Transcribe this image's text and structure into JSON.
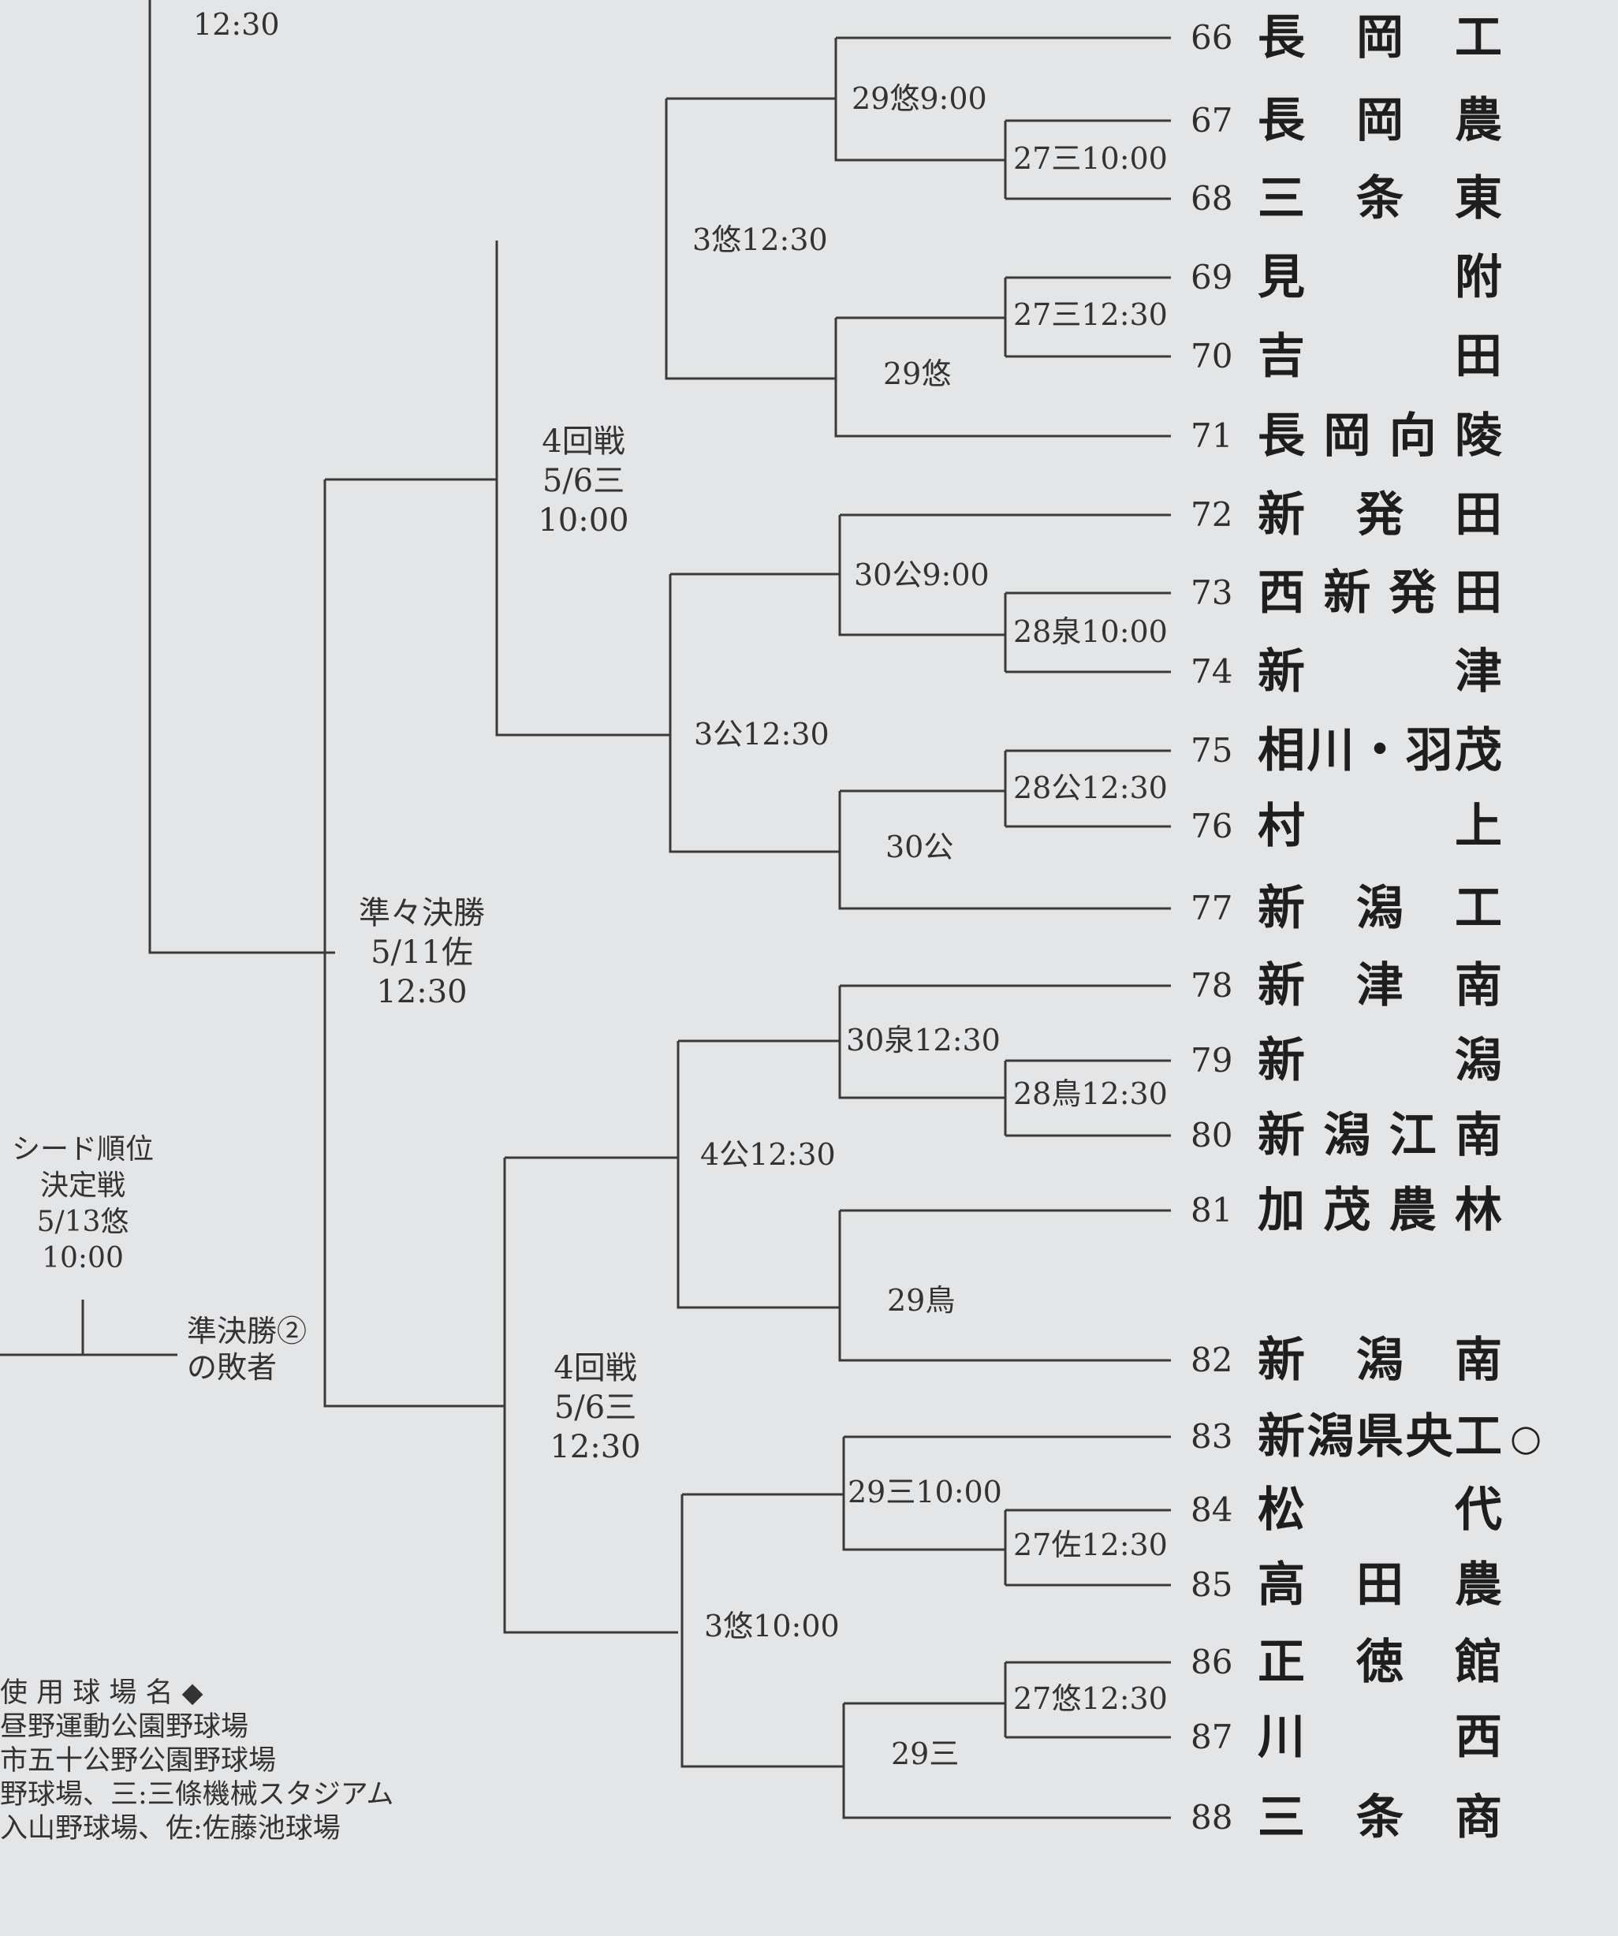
{
  "top_time": "12:30",
  "teams": [
    {
      "num": "66",
      "name": "長岡工"
    },
    {
      "num": "67",
      "name": "長岡農"
    },
    {
      "num": "68",
      "name": "三条東"
    },
    {
      "num": "69",
      "name": "見附"
    },
    {
      "num": "70",
      "name": "吉田"
    },
    {
      "num": "71",
      "name": "長岡向陵"
    },
    {
      "num": "72",
      "name": "新発田"
    },
    {
      "num": "73",
      "name": "西新発田"
    },
    {
      "num": "74",
      "name": "新津"
    },
    {
      "num": "75",
      "name": "相川・羽茂"
    },
    {
      "num": "76",
      "name": "村上"
    },
    {
      "num": "77",
      "name": "新潟工"
    },
    {
      "num": "78",
      "name": "新津南"
    },
    {
      "num": "79",
      "name": "新潟"
    },
    {
      "num": "80",
      "name": "新潟江南"
    },
    {
      "num": "81",
      "name": "加茂農林"
    },
    {
      "num": "82",
      "name": "新潟南"
    },
    {
      "num": "83",
      "name": "新潟県央工",
      "seed": "○"
    },
    {
      "num": "84",
      "name": "松代"
    },
    {
      "num": "85",
      "name": "高田農"
    },
    {
      "num": "86",
      "name": "正徳館"
    },
    {
      "num": "87",
      "name": "川西"
    },
    {
      "num": "88",
      "name": "三条商"
    }
  ],
  "games": {
    "r1_67_68": "27三10:00",
    "r2_66": "29悠9:00",
    "r1_69_70": "27三12:30",
    "r2_71": "29悠",
    "r3_a": "3悠12:30",
    "r1_73_74": "28泉10:00",
    "r2_72": "30公9:00",
    "r1_75_76": "28公12:30",
    "r2_77": "30公",
    "r3_b": "3公12:30",
    "r1_79_80": "28鳥12:30",
    "r2_78": "30泉12:30",
    "r2_81_82": "29鳥",
    "r3_c": "4公12:30",
    "r1_84_85": "27佐12:30",
    "r2_83": "29三10:00",
    "r1_86_87": "27悠12:30",
    "r2_88": "29三",
    "r3_d": "3悠10:00"
  },
  "rounds": {
    "r4_top": [
      "4回戦",
      "5/6三",
      "10:00"
    ],
    "r4_bottom": [
      "4回戦",
      "5/6三",
      "12:30"
    ],
    "quarterfinal": [
      "準々決勝",
      "5/11佐",
      "12:30"
    ],
    "seed_decider": [
      "シード順位",
      "決定戦",
      "5/13悠",
      "10:00"
    ],
    "semifinal_loser": [
      "準決勝②",
      "の敗者"
    ]
  },
  "legend": {
    "title": "使 用 球 場 名 ◆",
    "lines": [
      "昼野運動公園野球場",
      "市五十公野公園野球場",
      "野球場、三:三條機械スタジアム",
      "入山野球場、佐:佐藤池球場"
    ]
  }
}
